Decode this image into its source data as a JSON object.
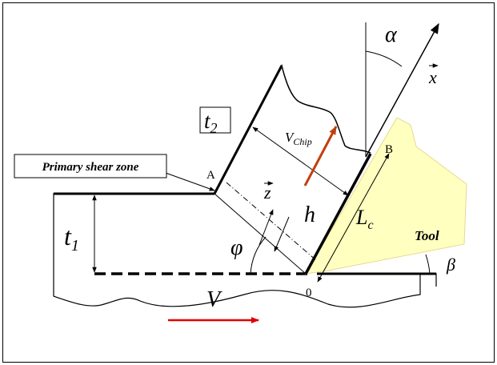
{
  "labels": {
    "alpha": "α",
    "x_axis": "x",
    "t2": "t",
    "t2_sub": "2",
    "v_chip": "V",
    "v_chip_sub": "Chip",
    "primary_shear_zone": "Primary shear zone",
    "point_a": "A",
    "point_b": "B",
    "z_axis": "z",
    "h": "h",
    "lc": "L",
    "lc_sub": "c",
    "tool": "Tool",
    "t1": "t",
    "t1_sub": "1",
    "phi": "φ",
    "beta": "β",
    "origin": "0",
    "v": "V"
  },
  "colors": {
    "tool_fill": "#ffffc0",
    "tool_edge": "#e8d890",
    "chip_arrow": "#c04010",
    "v_arrow": "#e00000",
    "ink": "#000000"
  }
}
